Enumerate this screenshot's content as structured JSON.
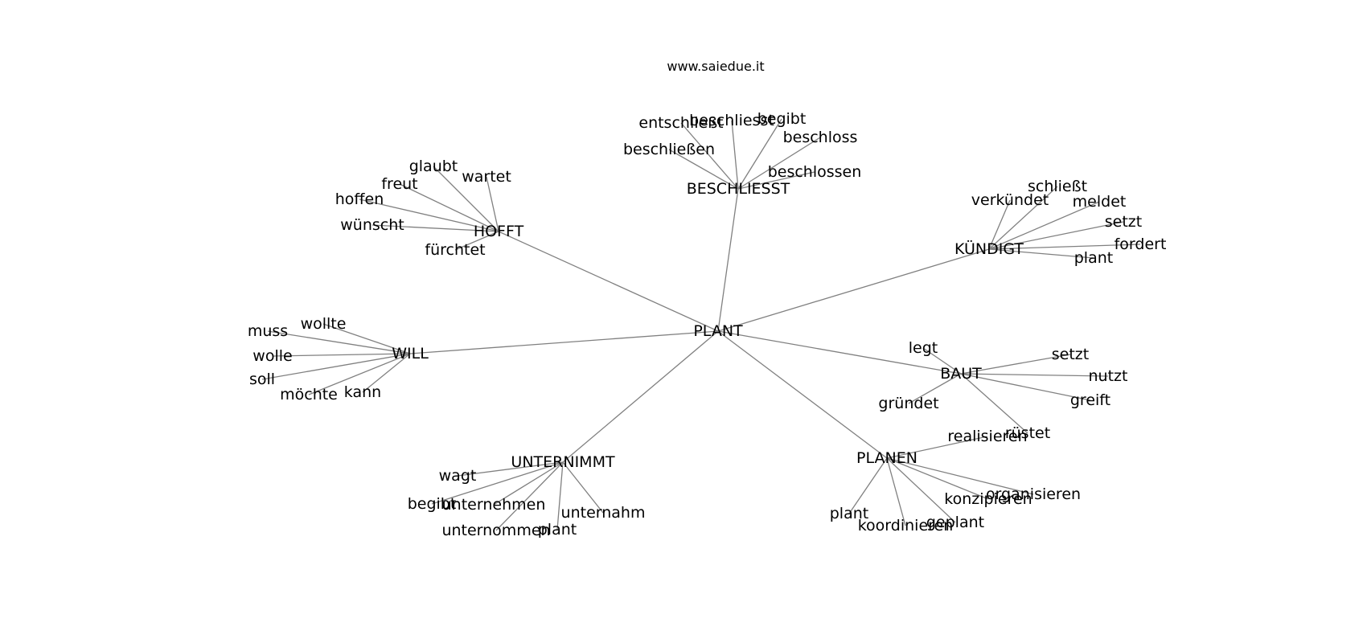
{
  "title": "www.saiedue.it",
  "colors": {
    "edge": "#808080",
    "text": "#000000",
    "background": "#ffffff"
  },
  "graph": {
    "root": "PLANT",
    "hubs": [
      {
        "label": "BESCHLIESST",
        "leaves": [
          "entschließt",
          "beschliesst",
          "begibt",
          "beschloss",
          "beschließen",
          "beschlossen"
        ]
      },
      {
        "label": "HOFFT",
        "leaves": [
          "glaubt",
          "wartet",
          "freut",
          "hoffen",
          "wünscht",
          "fürchtet"
        ]
      },
      {
        "label": "KÜNDIGT",
        "leaves": [
          "schließt",
          "verkündet",
          "meldet",
          "setzt",
          "fordert",
          "plant"
        ]
      },
      {
        "label": "WILL",
        "leaves": [
          "wollte",
          "muss",
          "wolle",
          "soll",
          "möchte",
          "kann"
        ]
      },
      {
        "label": "BAUT",
        "leaves": [
          "legt",
          "setzt",
          "nutzt",
          "gründet",
          "greift",
          "rüstet"
        ]
      },
      {
        "label": "PLANEN",
        "leaves": [
          "realisieren",
          "organisieren",
          "konzipieren",
          "plant",
          "koordinieren",
          "geplant"
        ]
      },
      {
        "label": "UNTERNIMMT",
        "leaves": [
          "wagt",
          "begibt",
          "unternehmen",
          "unternahm",
          "unternommen",
          "plant"
        ]
      }
    ]
  }
}
